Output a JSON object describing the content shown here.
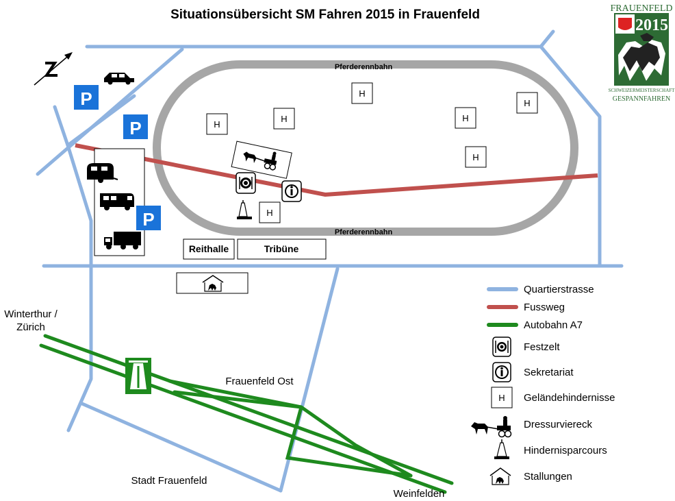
{
  "title": "Situationsübersicht SM Fahren 2015 in Frauenfeld",
  "logo": {
    "town": "FRAUENFELD",
    "year": "2015",
    "line1": "SCHWEIZERMEISTERSCHAFT",
    "line2": "GESPANNFAHREN"
  },
  "track": {
    "top_label": "Pferderennbahn",
    "bottom_label": "Pferderennbahn"
  },
  "buildings": {
    "reithalle": "Reithalle",
    "tribune": "Tribüne"
  },
  "parking_symbol": "P",
  "obstacle_symbol": "H",
  "places": {
    "winterthur": "Winterthur /",
    "zurich": "Zürich",
    "frauenfeld_ost": "Frauenfeld Ost",
    "stadt_frauenfeld": "Stadt Frauenfeld",
    "weinfelden": "Weinfelden"
  },
  "legend": [
    {
      "label": "Quartierstrasse",
      "symbol": "line",
      "color": "#8fb3e0"
    },
    {
      "label": "Fussweg",
      "symbol": "line",
      "color": "#c0504d"
    },
    {
      "label": "Autobahn A7",
      "symbol": "line",
      "color": "#1e8a1e"
    },
    {
      "label": "Festzelt",
      "symbol": "restaurant-icon"
    },
    {
      "label": "Sekretariat",
      "symbol": "info-icon"
    },
    {
      "label": "Geländehindernisse",
      "symbol": "obstacle-h-icon"
    },
    {
      "label": "Dressurviereck",
      "symbol": "horse-carriage-icon"
    },
    {
      "label": "Hindernisparcours",
      "symbol": "cone-icon"
    },
    {
      "label": "Stallungen",
      "symbol": "stable-icon"
    }
  ],
  "colors": {
    "road": "#8fb3e0",
    "footpath": "#c0504d",
    "highway": "#1e8a1e",
    "track": "#a6a6a6",
    "parking": "#1a73d9",
    "logo_green": "#2d6b34"
  }
}
